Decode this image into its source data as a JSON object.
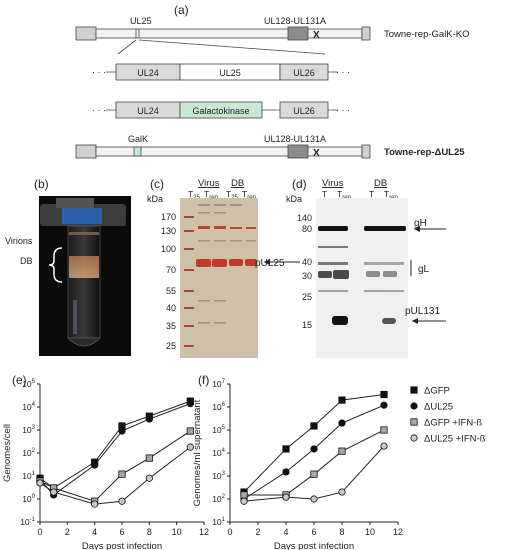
{
  "panel_a": {
    "label": "(a)",
    "top_construct": {
      "left_label": "UL25",
      "right_label": "UL128-UL131A",
      "x_mark": "X",
      "name": "Towne-rep-GalK-KO"
    },
    "wt_locus": {
      "genes": [
        "UL24",
        "UL25",
        "UL26"
      ],
      "ellipsis": "· · ·"
    },
    "galk_locus": {
      "genes": [
        "UL24",
        "Galactokinase",
        "UL26"
      ],
      "ellipsis": "· · ·"
    },
    "bottom_construct": {
      "left_label": "GalK",
      "right_label": "UL128-UL131A",
      "x_mark": "X",
      "name": "Towne-rep-ΔUL25"
    }
  },
  "panel_b": {
    "label": "(b)",
    "virions": "Virions",
    "db": "DB"
  },
  "panel_c": {
    "label": "(c)",
    "kda": "kDa",
    "markers": [
      "170",
      "130",
      "100",
      "70",
      "55",
      "40",
      "35",
      "25"
    ],
    "group_virus": "Virus",
    "group_db": "DB",
    "lanes": {
      "t25": "T",
      "t25_sub": "25",
      "trep": "T",
      "trep_sub": "rep"
    },
    "band_label": "pUL25"
  },
  "panel_d": {
    "label": "(d)",
    "kda": "kDa",
    "markers": [
      "140",
      "80",
      "40",
      "30",
      "25",
      "15"
    ],
    "group_virus": "Virus",
    "group_db": "DB",
    "lanes": {
      "t": "T",
      "trep": "T",
      "trep_sub": "rep"
    },
    "band_labels": {
      "gh": "gH",
      "gl": "gL",
      "pul131": "pUL131"
    }
  },
  "colors": {
    "green": "#c9e8d4",
    "grey_box": "#d9d9d9",
    "dark_box": "#8c8c8c",
    "gel_bg": "#cfc0a8",
    "blot_bg": "#f0f0f0"
  },
  "chart_data": [
    {
      "panel_label": "(e)",
      "type": "line",
      "xlabel": "Days post infection",
      "ylabel": "Genomes/cell",
      "xlim": [
        0,
        12
      ],
      "xticks": [
        0,
        2,
        4,
        6,
        8,
        10,
        12
      ],
      "ylim_log10": [
        -1,
        5
      ],
      "yticks": [
        {
          "base": "10",
          "exp": "-1"
        },
        {
          "base": "10",
          "exp": "0"
        },
        {
          "base": "10",
          "exp": "1"
        },
        {
          "base": "10",
          "exp": "2"
        },
        {
          "base": "10",
          "exp": "3"
        },
        {
          "base": "10",
          "exp": "4"
        },
        {
          "base": "10",
          "exp": "5"
        }
      ],
      "y_scale": "log",
      "series": [
        {
          "name": "ΔGFP",
          "marker": "square",
          "color": "#111111",
          "x": [
            0,
            1,
            4,
            6,
            8,
            11
          ],
          "y": [
            8,
            3,
            40,
            1500,
            4000,
            18000
          ]
        },
        {
          "name": "ΔUL25",
          "marker": "circle",
          "color": "#111111",
          "x": [
            0,
            1,
            4,
            6,
            8,
            11
          ],
          "y": [
            7,
            1.5,
            30,
            900,
            3000,
            14000
          ]
        },
        {
          "name": "ΔGFP +IFN-ß",
          "marker": "square",
          "color": "#a6a6a6",
          "x": [
            0,
            1,
            4,
            6,
            8,
            11
          ],
          "y": [
            6,
            3,
            0.8,
            12,
            60,
            900
          ]
        },
        {
          "name": "ΔUL25 +IFN-ß",
          "marker": "circle",
          "color": "#c8c8c8",
          "x": [
            0,
            1,
            4,
            6,
            8,
            11
          ],
          "y": [
            5,
            2,
            0.6,
            0.8,
            8,
            180
          ]
        }
      ]
    },
    {
      "panel_label": "(f)",
      "type": "line",
      "xlabel": "Days post infection",
      "ylabel": "Genomes/ml supernatant",
      "xlim": [
        0,
        12
      ],
      "xticks": [
        0,
        2,
        4,
        6,
        8,
        10,
        12
      ],
      "ylim_log10": [
        1,
        7
      ],
      "yticks": [
        {
          "base": "10",
          "exp": "1"
        },
        {
          "base": "10",
          "exp": "2"
        },
        {
          "base": "10",
          "exp": "3"
        },
        {
          "base": "10",
          "exp": "4"
        },
        {
          "base": "10",
          "exp": "5"
        },
        {
          "base": "10",
          "exp": "6"
        },
        {
          "base": "10",
          "exp": "7"
        }
      ],
      "y_scale": "log",
      "legend_position": "right",
      "series": [
        {
          "name": "ΔGFP",
          "marker": "square",
          "color": "#111111",
          "x": [
            1,
            4,
            6,
            8,
            11
          ],
          "y": [
            200,
            15000,
            150000,
            2000000,
            3500000
          ]
        },
        {
          "name": "ΔUL25",
          "marker": "circle",
          "color": "#111111",
          "x": [
            1,
            4,
            6,
            8,
            11
          ],
          "y": [
            100,
            1500,
            15000,
            200000,
            1200000
          ]
        },
        {
          "name": "ΔGFP +IFN-ß",
          "marker": "square",
          "color": "#a6a6a6",
          "x": [
            1,
            4,
            6,
            8,
            11
          ],
          "y": [
            150,
            150,
            1200,
            12000,
            100000
          ]
        },
        {
          "name": "ΔUL25 +IFN-ß",
          "marker": "circle",
          "color": "#c8c8c8",
          "x": [
            1,
            4,
            6,
            8,
            11
          ],
          "y": [
            80,
            120,
            100,
            200,
            20000
          ]
        }
      ]
    }
  ]
}
